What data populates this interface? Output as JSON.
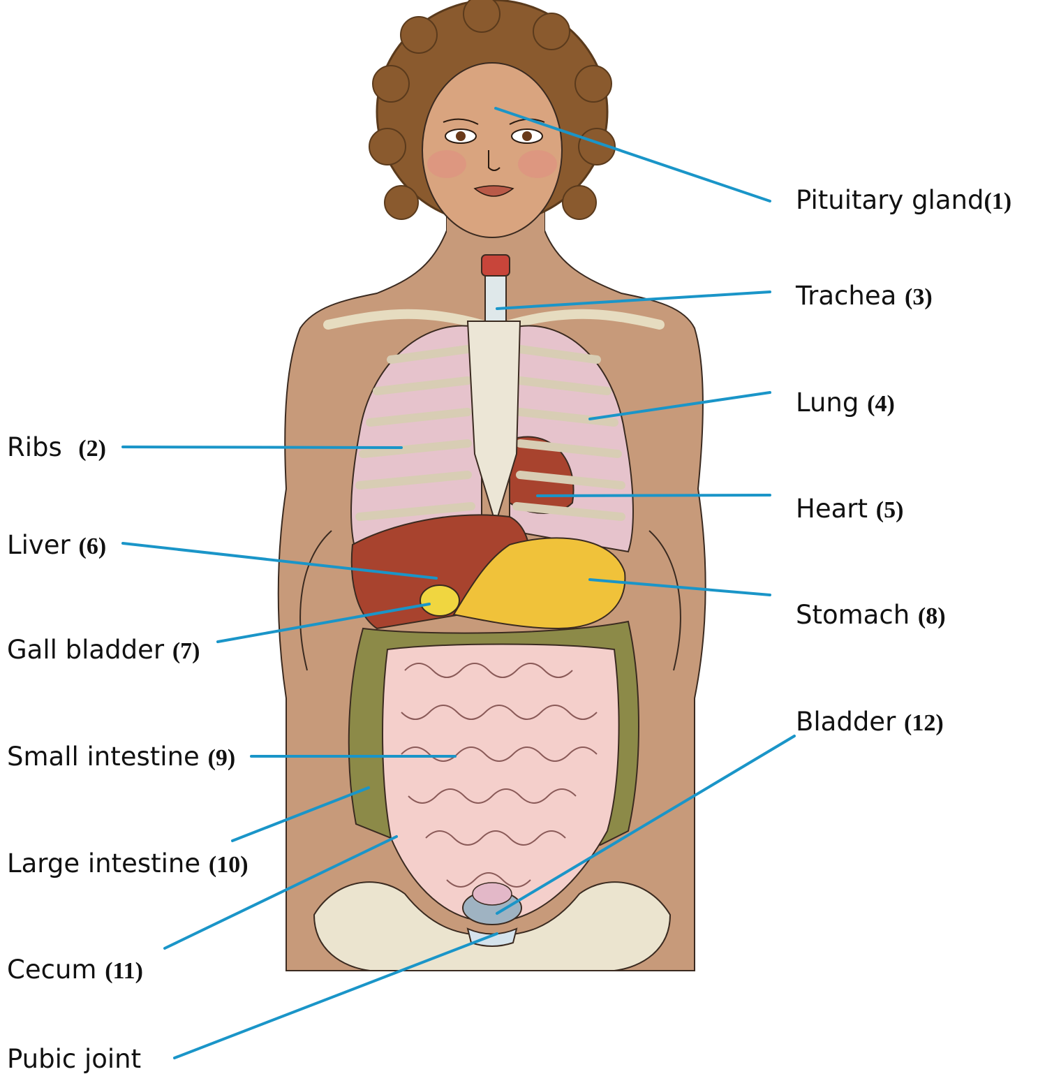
{
  "colors": {
    "leader_line": "#1a95c8",
    "skin": "#c79a7a",
    "hair": "#8a5a2e",
    "lung": "#e6c3cc",
    "rib": "#d8cdb4",
    "sternum": "#ece6d6",
    "liver": "#a8432e",
    "stomach": "#f0c23a",
    "large_intestine": "#8c8a48",
    "small_intestine": "#f4cfcb",
    "pelvis": "#ebe4cf",
    "bladder": "#9fb3c2"
  },
  "labels": [
    {
      "id": "pituitary",
      "text": "Pituitary gland",
      "num": "(1)"
    },
    {
      "id": "ribs",
      "text": "Ribs  ",
      "num": "(2)"
    },
    {
      "id": "trachea",
      "text": "Trachea ",
      "num": "(3)"
    },
    {
      "id": "lung",
      "text": "Lung ",
      "num": "(4)"
    },
    {
      "id": "heart",
      "text": "Heart ",
      "num": "(5)"
    },
    {
      "id": "liver",
      "text": "Liver ",
      "num": "(6)"
    },
    {
      "id": "gall",
      "text": "Gall bladder ",
      "num": "(7)"
    },
    {
      "id": "stomach",
      "text": "Stomach ",
      "num": "(8)"
    },
    {
      "id": "small",
      "text": "Small intestine ",
      "num": "(9)"
    },
    {
      "id": "large",
      "text": "Large intestine ",
      "num": "(10)"
    },
    {
      "id": "cecum",
      "text": "Cecum ",
      "num": "(11)"
    },
    {
      "id": "bladder",
      "text": "Bladder ",
      "num": "(12)"
    },
    {
      "id": "pubic",
      "text": "Pubic joint",
      "num": ""
    }
  ]
}
